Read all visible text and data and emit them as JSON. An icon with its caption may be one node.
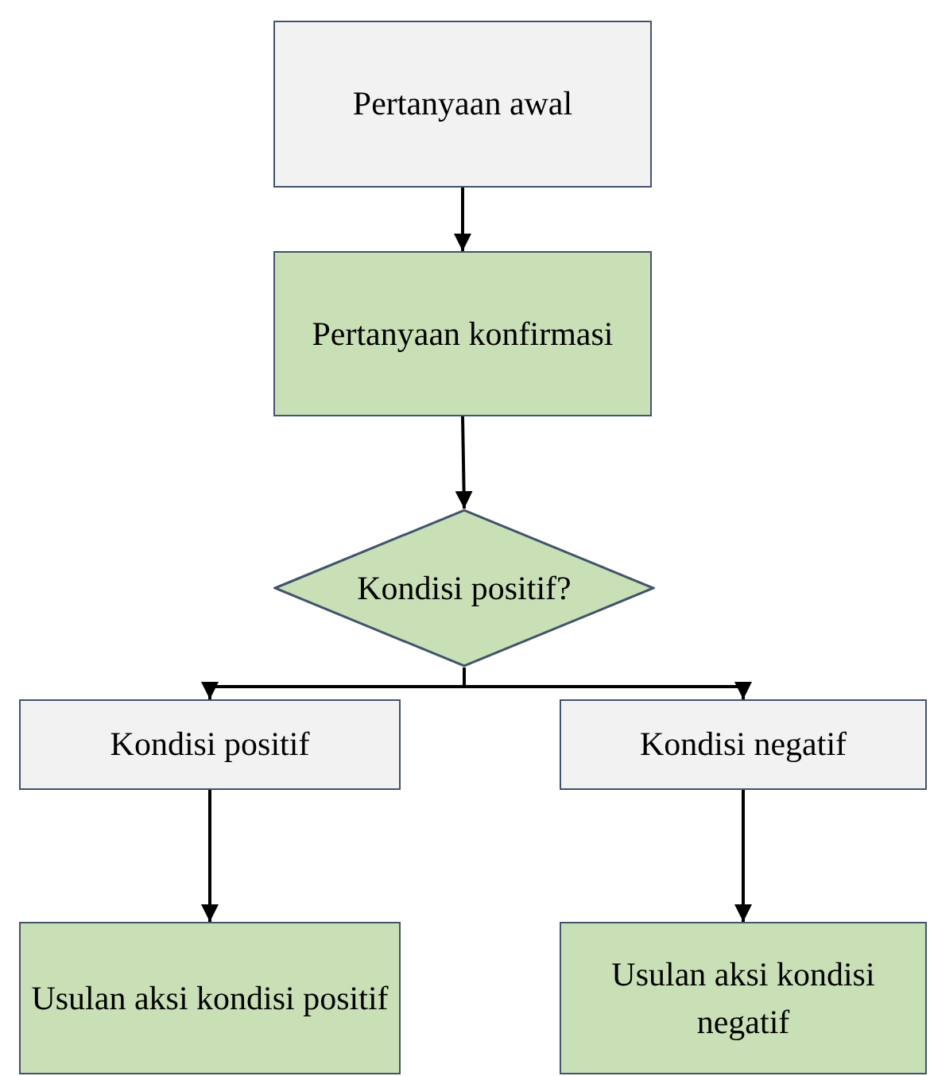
{
  "diagram": {
    "nodes": [
      {
        "text": [
          "Pertanyaan awal"
        ]
      },
      {
        "text": [
          "Pertanyaan konfirmasi"
        ]
      },
      {
        "text": [
          "Kondisi positif?"
        ]
      },
      {
        "text": [
          "Kondisi positif"
        ]
      },
      {
        "text": [
          "Kondisi negatif"
        ]
      },
      {
        "text": [
          "Usulan aksi kondisi positif"
        ]
      },
      {
        "text": [
          "Usulan aksi kondisi negatif"
        ]
      }
    ],
    "edges": [
      {
        "from": 0,
        "to": 1,
        "arrow": "to"
      },
      {
        "from": 1,
        "to": 2,
        "arrow": "to"
      },
      {
        "from": 2,
        "to": 3,
        "arrow": "to"
      },
      {
        "from": 2,
        "to": 4,
        "arrow": "to"
      },
      {
        "from": 3,
        "to": 5,
        "arrow": "to"
      },
      {
        "from": 4,
        "to": 6,
        "arrow": "to"
      }
    ]
  }
}
